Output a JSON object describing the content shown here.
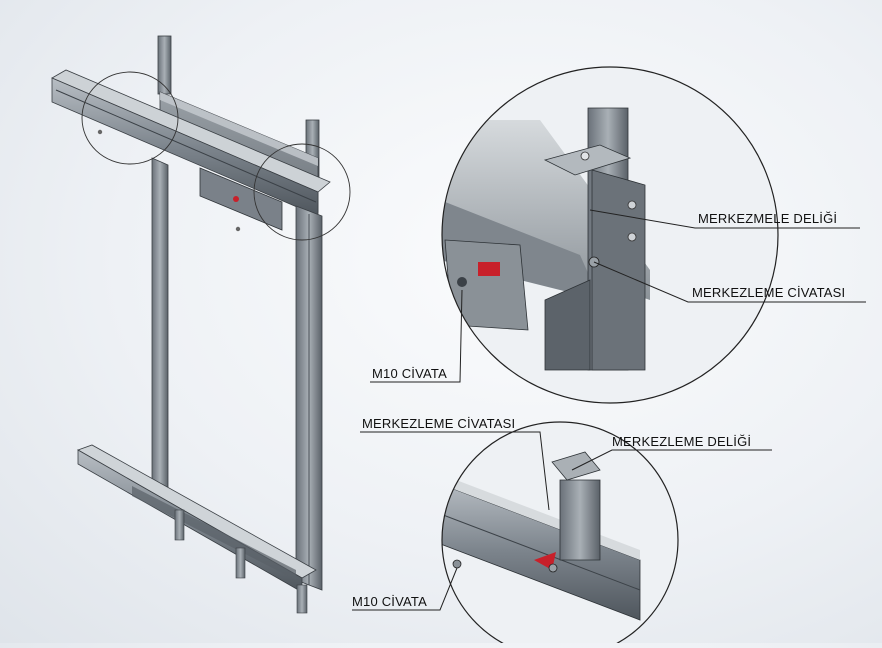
{
  "labels": {
    "top_hole": "MERKEZMELE DELİĞİ",
    "top_bolt": "MERKEZLEME CİVATASI",
    "top_m10": "M10 CİVATA",
    "bottom_bolt": "MERKEZLEME CİVATASI",
    "bottom_hole": "MERKEZLEME DELİĞİ",
    "bottom_m10": "M10 CİVATA"
  },
  "colors": {
    "metal_dark": "#5d646c",
    "metal_mid": "#8f979f",
    "metal_light": "#c9ced3",
    "accent_red": "#c8202a",
    "leader": "#222222"
  }
}
